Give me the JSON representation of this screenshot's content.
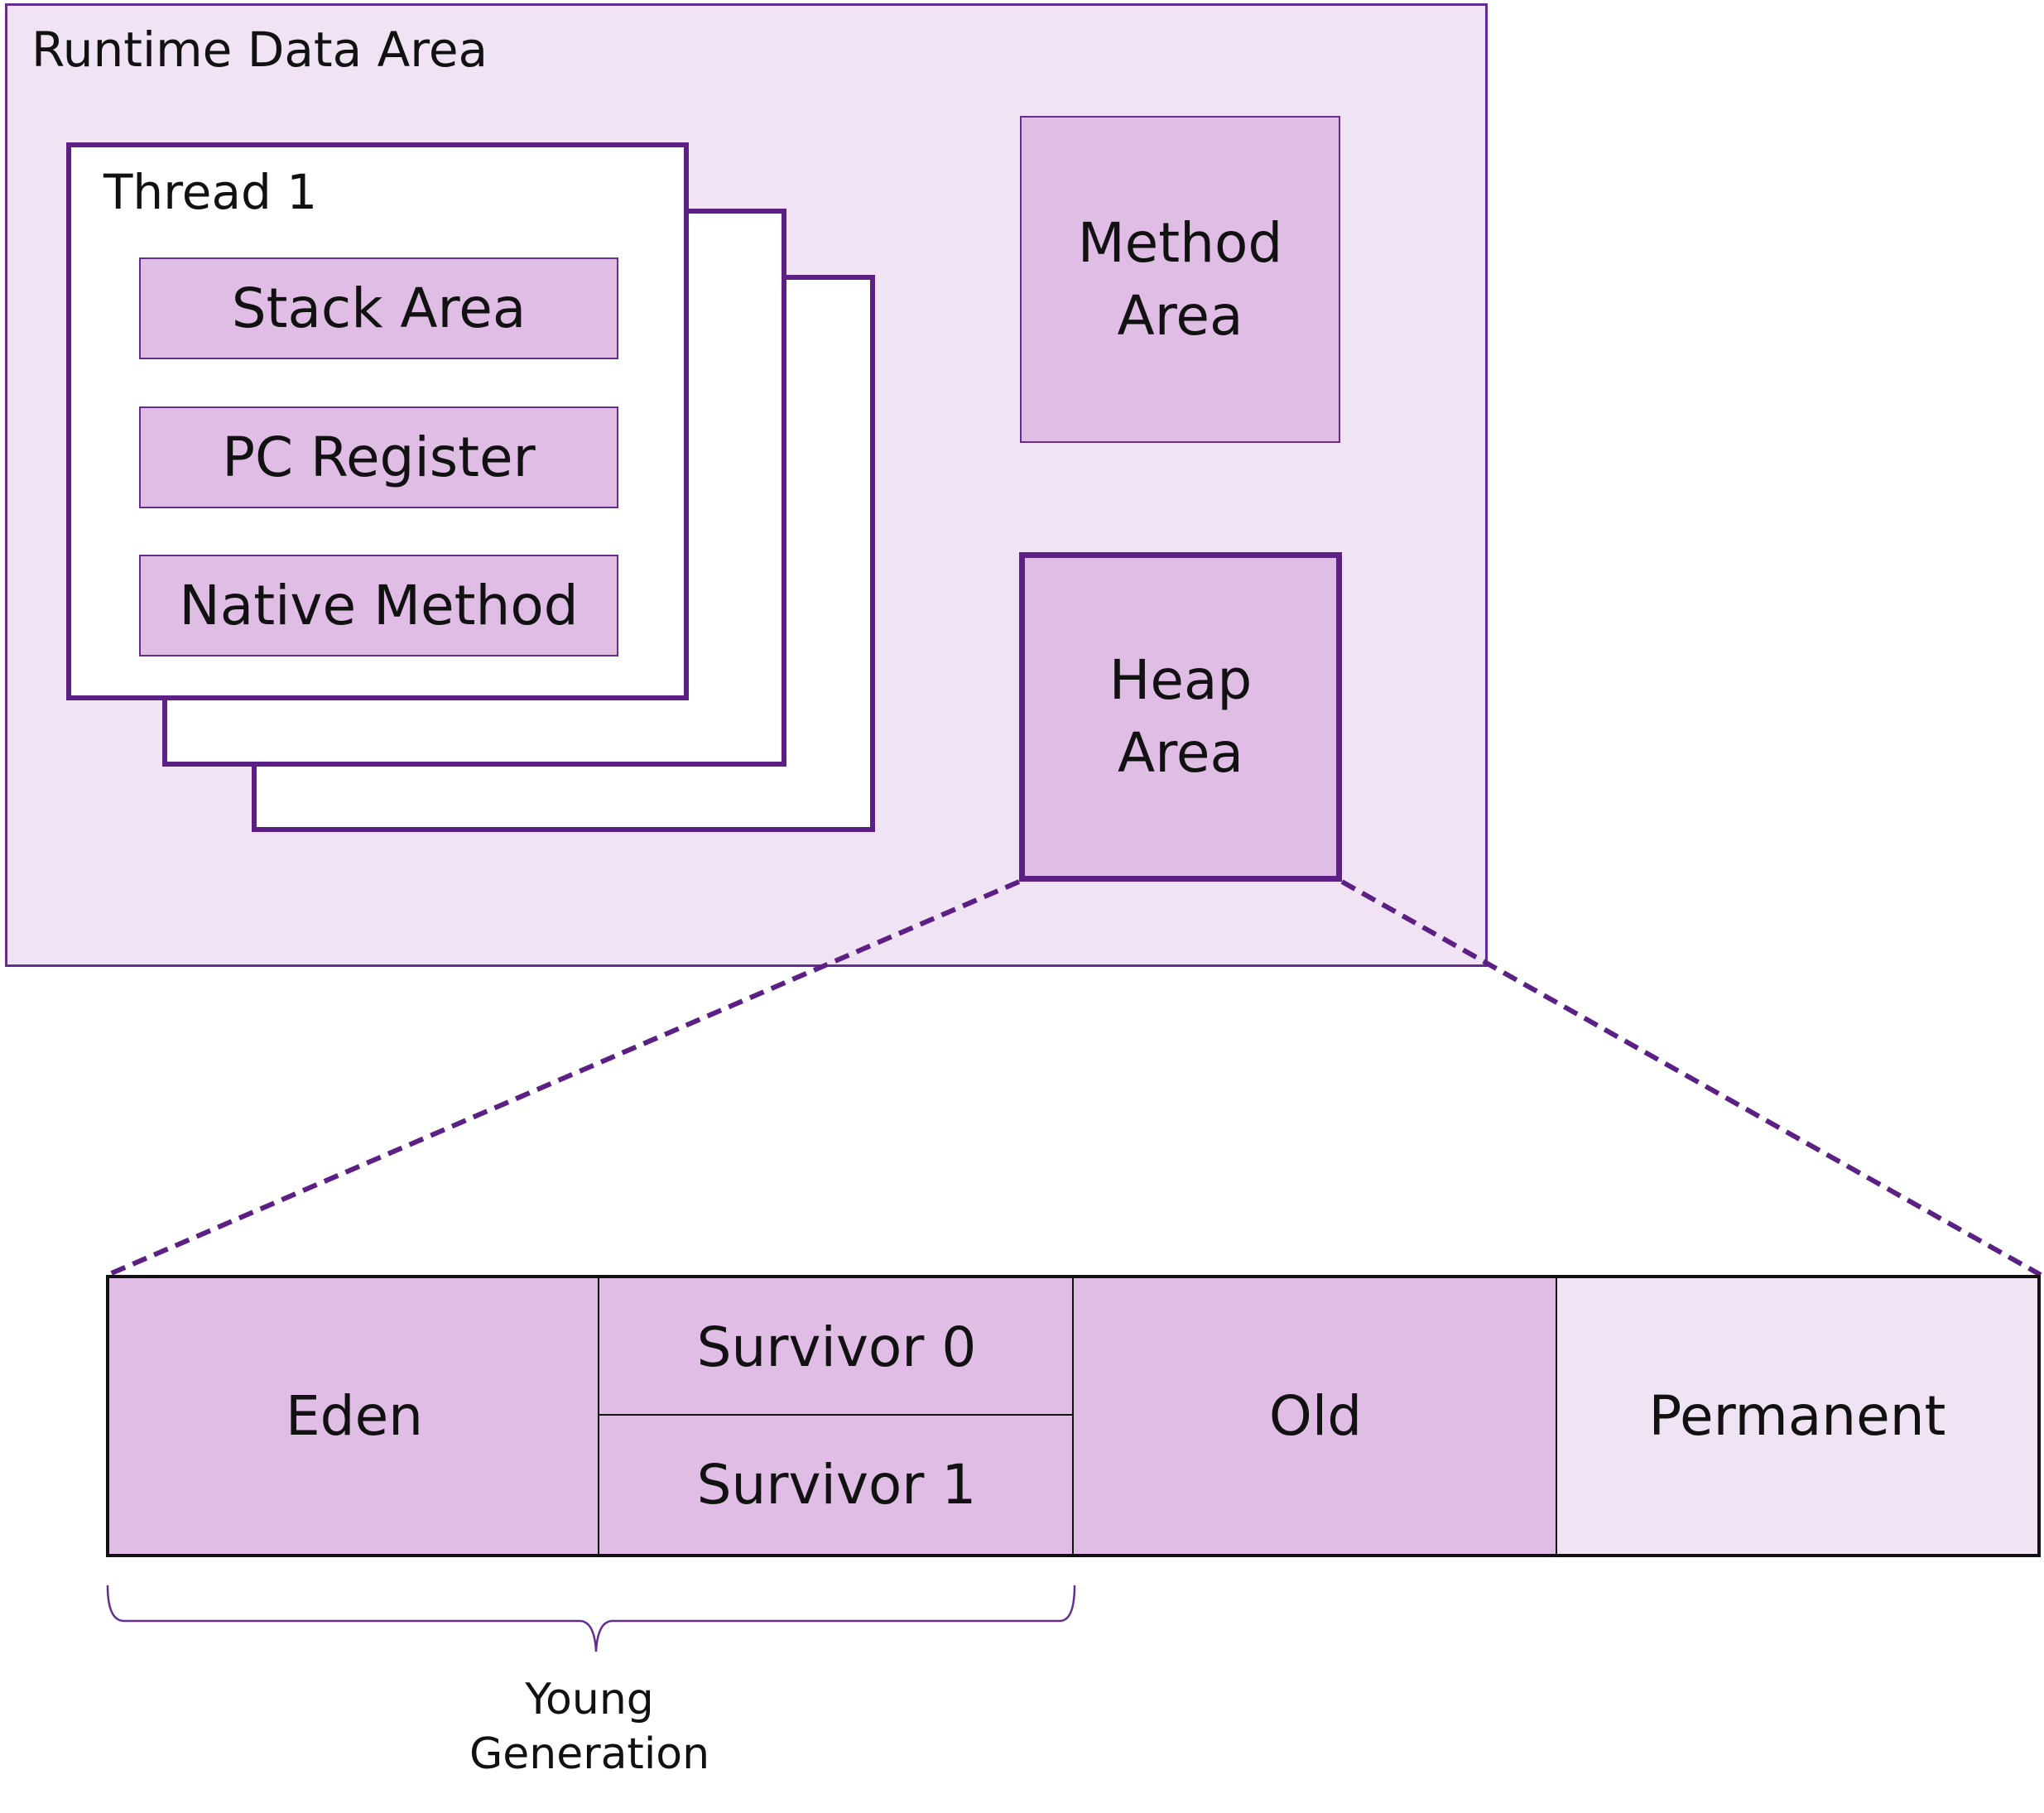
{
  "runtime_data_area": {
    "title": "Runtime Data Area"
  },
  "thread": {
    "title": "Thread 1",
    "components": [
      "Stack Area",
      "PC Register",
      "Native Method"
    ]
  },
  "method_area": {
    "line1": "Method",
    "line2": "Area"
  },
  "heap_area": {
    "line1": "Heap",
    "line2": "Area"
  },
  "heap_layout": {
    "eden": "Eden",
    "survivor_0": "Survivor 0",
    "survivor_1": "Survivor 1",
    "old": "Old",
    "permanent": "Permanent"
  },
  "young_generation": {
    "line1": "Young",
    "line2": "Generation"
  },
  "colors": {
    "outline_purple": "#5c2085",
    "fill_purple": "#e0bde5",
    "light_purple": "#f0e3f3"
  }
}
